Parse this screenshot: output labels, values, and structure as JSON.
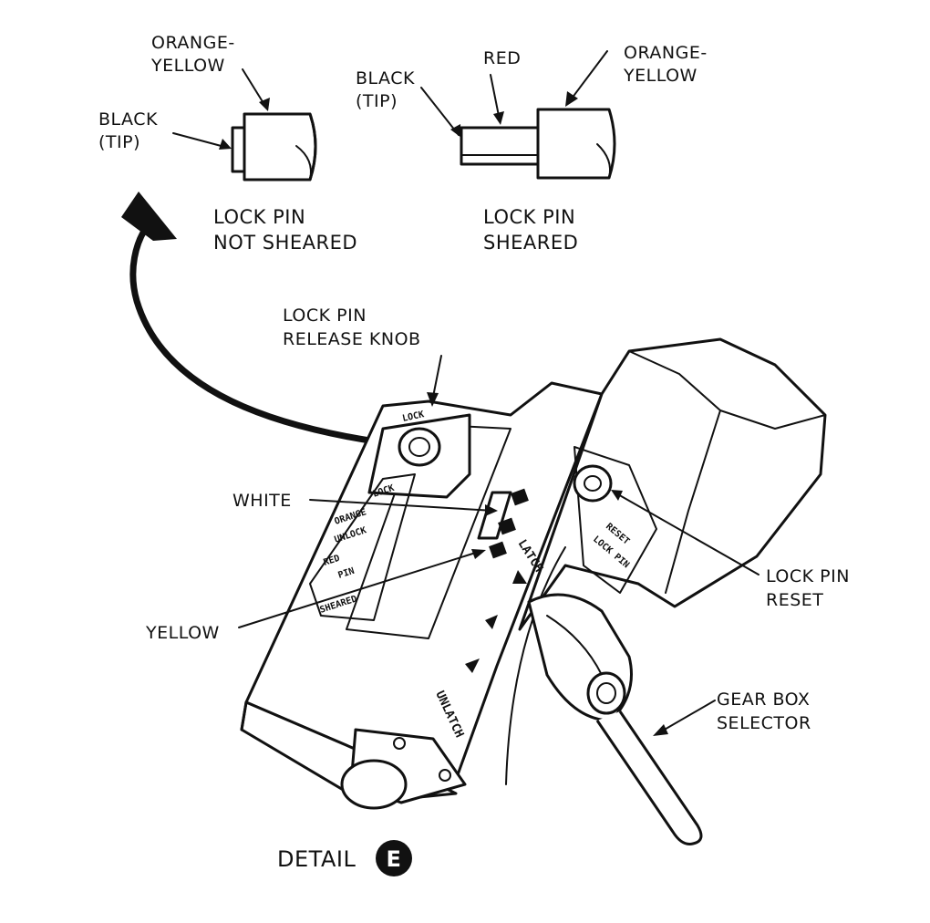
{
  "labels": {
    "pin_intact": {
      "tip_line1": "BLACK",
      "tip_line2": "(TIP)",
      "body_line1": "ORANGE-",
      "body_line2": "YELLOW",
      "caption_line1": "LOCK PIN",
      "caption_line2": "NOT SHEARED"
    },
    "pin_sheared": {
      "tip_line1": "BLACK",
      "tip_line2": "(TIP)",
      "middle": "RED",
      "body_line1": "ORANGE-",
      "body_line2": "YELLOW",
      "caption_line1": "LOCK PIN",
      "caption_line2": "SHEARED"
    },
    "release_knob_line1": "LOCK PIN",
    "release_knob_line2": "RELEASE KNOB",
    "white": "WHITE",
    "yellow": "YELLOW",
    "reset_line1": "LOCK PIN",
    "reset_line2": "RESET",
    "selector_line1": "GEAR BOX",
    "selector_line2": "SELECTOR",
    "detail_word": "DETAIL",
    "detail_letter": "E"
  },
  "placard": {
    "lock": "LOCK",
    "orange": "ORANGE",
    "unlock": "UNLOCK",
    "red": "RED",
    "pin": "PIN",
    "sheared": "SHEARED",
    "latch": "LATCH",
    "unlatch": "UNLATCH",
    "reset": "RESET",
    "lock_pin": "LOCK PIN"
  }
}
